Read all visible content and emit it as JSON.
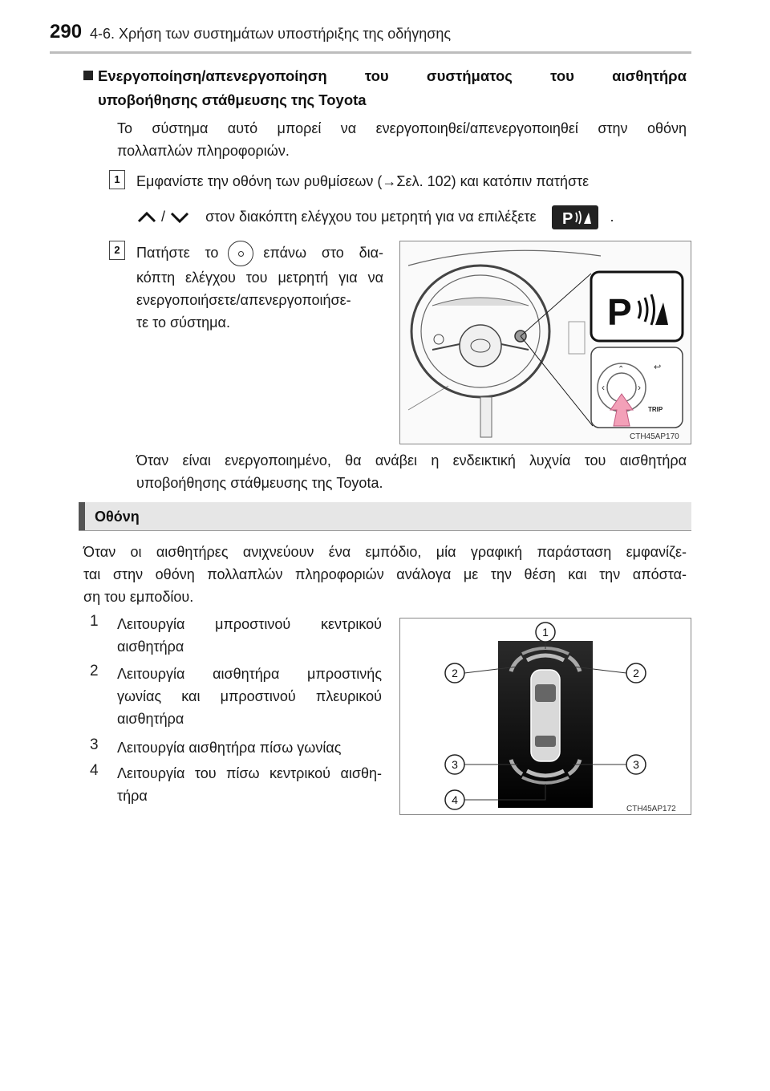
{
  "header": {
    "page_number": "290",
    "title": "4-6. Χρήση των συστημάτων υποστήριξης της οδήγησης"
  },
  "section": {
    "heading_line1": "Ενεργοποίηση/απενεργοποίηση του συστήματος του αισθητήρα",
    "heading_line2": "υποβοήθησης στάθμευσης της Toyota",
    "intro_line1": "Το σύστημα αυτό μπορεί να ενεργοποιηθεί/απενεργοποιηθεί στην οθόνη",
    "intro_line2": "πολλαπλών πληροφοριών."
  },
  "steps": [
    {
      "number": "1",
      "text_line1": "Εμφανίστε την οθόνη των ρυθμίσεων (→Σελ. 102) και κατόπιν πατήστε",
      "separator": "/",
      "text_line2": "στον διακόπτη ελέγχου του μετρητή για να επιλέξετε",
      "end": ".",
      "icons": [
        "chevron-up-icon",
        "chevron-down-icon",
        "parking-sensor-icon"
      ]
    },
    {
      "number": "2",
      "text_pre": "Πατήστε το",
      "text_post": "επάνω στο δια-",
      "text_line2": "κόπτη ελέγχου του μετρητή για να",
      "text_line3": "ενεργοποιήσετε/απενεργοποιήσε-",
      "text_line4": "τε το σύστημα.",
      "icon": "ok-button-icon"
    }
  ],
  "figure1": {
    "code": "CTH45AP170",
    "trip_label": "TRIP"
  },
  "after_step": {
    "line1": "Όταν είναι ενεργοποιημένο, θα ανάβει η ενδεικτική λυχνία του αισθητήρα",
    "line2": "υποβοήθησης στάθμευσης της Toyota."
  },
  "display_section": {
    "title": "Οθόνη",
    "line1": "Όταν οι αισθητήρες ανιχνεύουν ένα εμπόδιο, μία γραφική παράσταση εμφανίζε-",
    "line2": "ται στην οθόνη πολλαπλών πληροφοριών ανάλογα με την θέση και την απόστα-",
    "line3": "ση του εμποδίου."
  },
  "sensor_list": [
    {
      "number": "1",
      "line1": "Λειτουργία μπροστινού κεντρικού",
      "line2": "αισθητήρα"
    },
    {
      "number": "2",
      "line1": "Λειτουργία αισθητήρα μπροστινής",
      "line2": "γωνίας και μπροστινού πλευρικού",
      "line3": "αισθητήρα"
    },
    {
      "number": "3",
      "line1": "Λειτουργία αισθητήρα πίσω γωνίας"
    },
    {
      "number": "4",
      "line1": "Λειτουργία του πίσω κεντρικού αισθη-",
      "line2": "τήρα"
    }
  ],
  "figure2": {
    "code": "CTH45AP172",
    "callouts": [
      "1",
      "2",
      "2",
      "3",
      "3",
      "4"
    ]
  },
  "colors": {
    "bar_bg": "#e6e6e6",
    "bar_accent": "#555555",
    "text": "#111111"
  }
}
